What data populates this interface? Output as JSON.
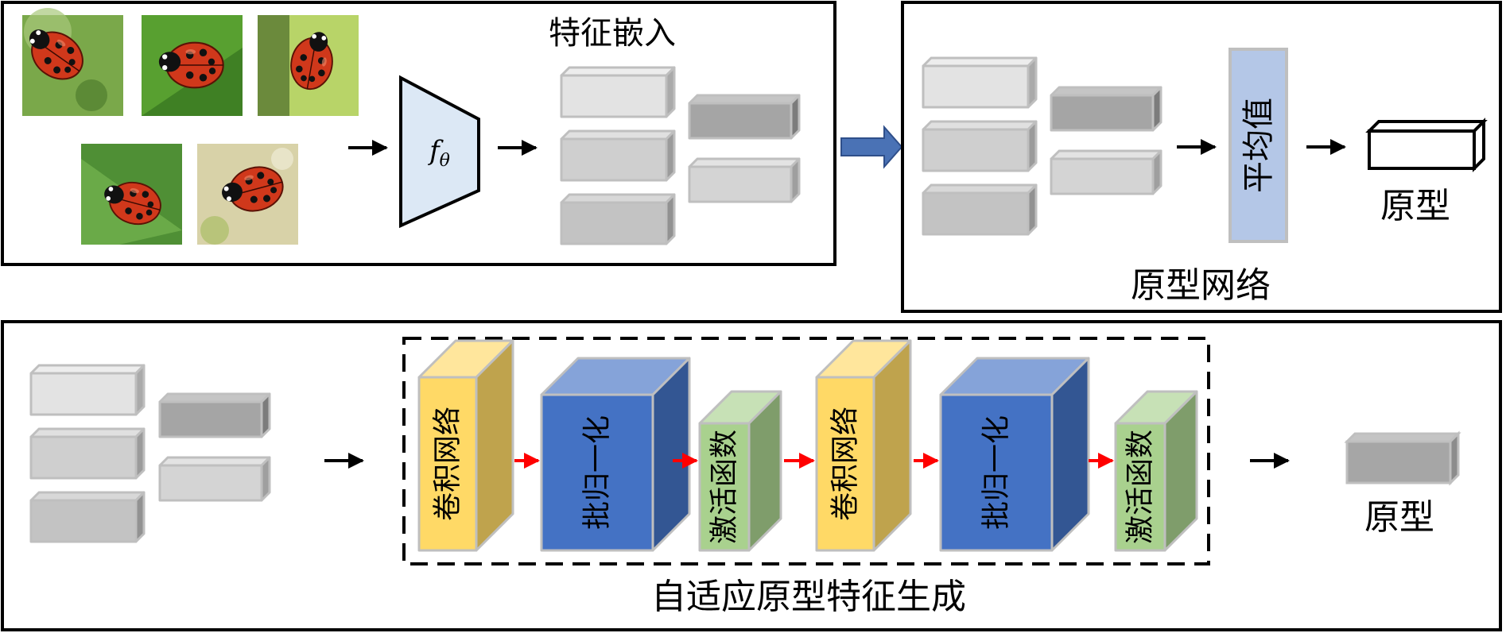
{
  "panels": {
    "feature_embedding": {
      "title": "特征嵌入",
      "encoder_label": "f",
      "encoder_subscript": "θ"
    },
    "prototype_network": {
      "title": "原型网络",
      "mean_label": "平均值",
      "output_label": "原型"
    },
    "adaptive_generation": {
      "title": "自适应原型特征生成",
      "output_label": "原型",
      "blocks": [
        {
          "label": "卷积网络",
          "kind": "conv"
        },
        {
          "label": "批归一化",
          "kind": "bn"
        },
        {
          "label": "激活函数",
          "kind": "act"
        },
        {
          "label": "卷积网络",
          "kind": "conv"
        },
        {
          "label": "批归一化",
          "kind": "bn"
        },
        {
          "label": "激活函数",
          "kind": "act"
        }
      ]
    }
  },
  "images": [
    {
      "subject": "ladybug"
    },
    {
      "subject": "ladybug"
    },
    {
      "subject": "ladybug"
    },
    {
      "subject": "ladybug"
    },
    {
      "subject": "ladybug"
    }
  ],
  "colors": {
    "encoder_fill": "#dce8f5",
    "mean_fill": "#b4c7e7",
    "conv_fill": "#ffd966",
    "bn_fill": "#4472c4",
    "act_fill": "#a9d18e",
    "red_arrow": "#ff0000",
    "blue_arrow": "#4a72b5"
  }
}
